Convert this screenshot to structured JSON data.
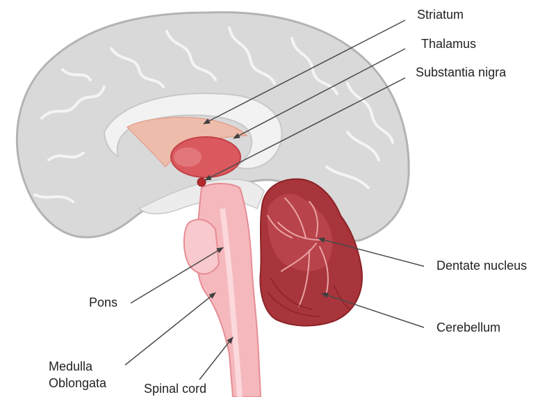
{
  "labels": {
    "striatum": "Striatum",
    "thalamus": "Thalamus",
    "substantia_nigra": "Substantia nigra",
    "dentate_nucleus": "Dentate nucleus",
    "cerebellum": "Cerebellum",
    "pons": "Pons",
    "medulla_line1": "Medulla",
    "medulla_line2": "Oblongata",
    "spinal_cord": "Spinal cord"
  },
  "colors": {
    "cortex_fill": "#d9d9d9",
    "cortex_outline": "#b3b3b3",
    "striatum": "#eebcab",
    "thalamus": "#d9595e",
    "substantia_nigra": "#b2282d",
    "brainstem": "#f5b8bd",
    "cerebellum": "#a8353b",
    "arrow": "#4a4a4a"
  }
}
